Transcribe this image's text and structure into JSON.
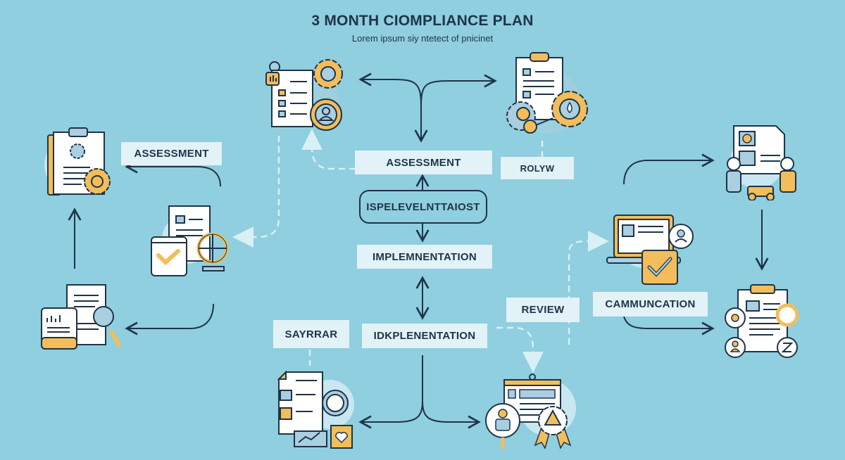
{
  "header": {
    "title": "3 MONTH CIOMPLIANCE PLAN",
    "subtitle": "Lorem ipsum siy ntetect of pnicinet"
  },
  "labels": {
    "assessment_left": "ASSESSMENT",
    "assessment_center": "ASSESSMENT",
    "rolyw": "ROLYW",
    "ispelevelntitaiost": "ISPELEVELNTTAIOST",
    "implementation_center": "IMPLEMNENTATION",
    "implementation_lower": "IDKPLENENTATION",
    "sayrrar": "SAYRRAR",
    "review": "REVIEW",
    "cammuncation": "CAMMUNCATION"
  },
  "icons": {
    "top_center_left": "checklist-gear-user-icon",
    "top_center_right": "clipboard-gears-team-icon",
    "left_top": "clipboard-gear-icon",
    "left_middle": "document-check-compass-icon",
    "left_bottom": "report-magnifier-icon",
    "right_top": "team-presentation-icon",
    "right_middle": "laptop-checkbox-user-icon",
    "right_bottom": "clipboard-network-icon",
    "bottom_left": "checklist-magnifier-heart-icon",
    "bottom_right": "calendar-user-award-icon"
  },
  "colors": {
    "background": "#8fcfdf",
    "ink": "#1f3348",
    "label_fill": "#e2f2f7",
    "accent_yellow": "#f2bd5a",
    "accent_blue": "#a9cfe0",
    "paper": "#ffffff",
    "dashed": "#d9f0f6"
  }
}
